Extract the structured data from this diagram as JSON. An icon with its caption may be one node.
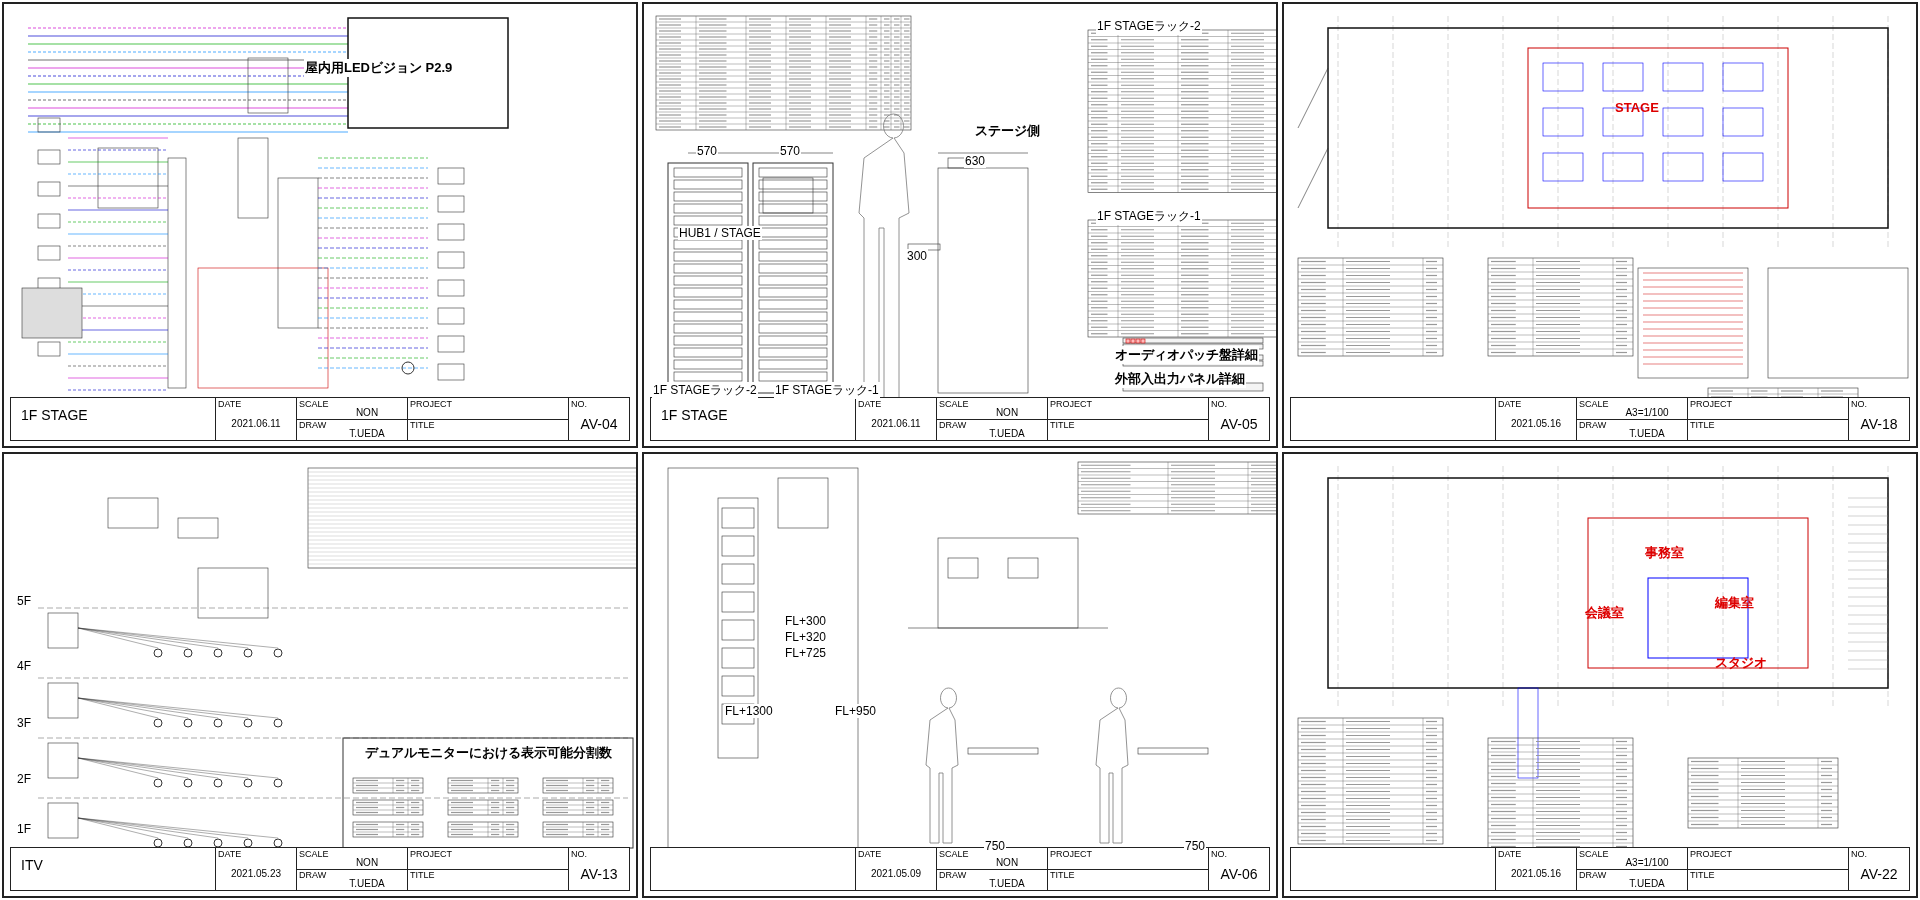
{
  "diagram": {
    "nodes": [
      {
        "text": [
          "1F STAGE",
          "DATE",
          "2021.06.11",
          "SCALE",
          "NON",
          "DRAW",
          "T.UEDA",
          "PROJECT",
          "TITLE",
          "NO.",
          "AV-04"
        ]
      },
      {
        "text": [
          "1F STAGE",
          "DATE",
          "2021.06.11",
          "SCALE",
          "NON",
          "DRAW",
          "T.UEDA",
          "PROJECT",
          "TITLE",
          "NO.",
          "AV-05"
        ]
      },
      {
        "text": [
          "DATE",
          "2021.05.16",
          "SCALE",
          "A3=1/100",
          "DRAW",
          "T.UEDA",
          "PROJECT",
          "TITLE",
          "NO.",
          "AV-18"
        ]
      },
      {
        "text": [
          "ITV",
          "DATE",
          "2021.05.23",
          "SCALE",
          "NON",
          "DRAW",
          "T.UEDA",
          "PROJECT",
          "TITLE",
          "NO.",
          "AV-13"
        ]
      },
      {
        "text": [
          "DATE",
          "2021.05.09",
          "SCALE",
          "NON",
          "DRAW",
          "T.UEDA",
          "PROJECT",
          "TITLE",
          "NO.",
          "AV-06"
        ]
      },
      {
        "text": [
          "DATE",
          "2021.05.16",
          "SCALE",
          "A3=1/100",
          "DRAW",
          "T.UEDA",
          "PROJECT",
          "TITLE",
          "NO.",
          "AV-22"
        ]
      }
    ],
    "labels": [
      "屋内用LEDビジョン P2.9",
      "ステージ側",
      "1F STAGEラック-2",
      "1F STAGEラック-1",
      "HUB1 / STAGE",
      "570",
      "570",
      "630",
      "300",
      "オーディオパッチ盤詳細",
      "外部入出力パネル詳細",
      "1F STAGEラック-2",
      "1F STAGEラック-1",
      "STAGE",
      "5F",
      "4F",
      "3F",
      "2F",
      "1F",
      "デュアルモニターにおける表示可能分割数",
      "FL+300",
      "FL+320",
      "FL+725",
      "FL+1300",
      "FL+950",
      "750",
      "750",
      "事務室",
      "会議室",
      "編集室",
      "スタジオ"
    ]
  }
}
